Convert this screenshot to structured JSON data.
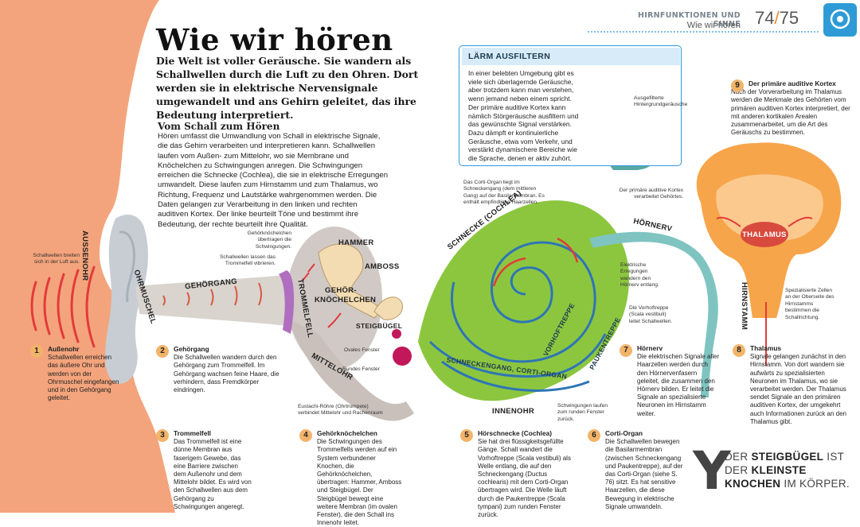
{
  "header": {
    "section": "HIRNFUNKTIONEN UND SINNE",
    "subtitle": "Wie wir hören",
    "page_left": "74",
    "page_sep": "/",
    "page_right": "75",
    "icon": "brain-head-icon"
  },
  "title": "Wie wir hören",
  "intro": "Die Welt ist voller Geräusche. Sie wandern als Schallwellen durch die Luft zu den Ohren. Dort werden sie in elektrische Nervensignale umgewandelt und ans Gehirn geleitet, das ihre Bedeutung interpretiert.",
  "section": {
    "heading": "Vom Schall zum Hören",
    "text": "Hören umfasst die Umwandlung von Schall in elektrische Signale, die das Gehirn verarbeiten und interpretieren kann. Schallwellen laufen vom Außen- zum Mittelohr, wo sie Membrane und Knöchelchen zu Schwingungen anregen. Die Schwingungen erreichen die Schnecke (Cochlea), die sie in elektrische Erregungen umwandelt. Diese laufen zum Hirnstamm und zum Thalamus, wo Richtung, Frequenz und Lautstärke wahrgenommen werden. Die Daten gelangen zur Verarbeitung in den linken und rechten auditiven Kortex. Der linke beurteilt Töne und bestimmt ihre Bedeutung, der rechte beurteilt ihre Qualität."
  },
  "box": {
    "title": "LÄRM AUSFILTERN",
    "text": "In einer belebten Umgebung gibt es viele sich überlagernde Geräusche, aber trotzdem kann man verstehen, wenn jemand neben einem spricht. Der primäre auditive Kortex kann nämlich Störgeräusche ausfiltern und das gewünschte Signal verstärken. Dazu dämpft er kontinuierliche Geräusche, etwa vom Verkehr, und verstärkt dynamischere Bereiche wie die Sprache, denen er aktiv zuhört.",
    "caption": "Ausgefilterte Hintergrundgeräusche"
  },
  "diagram_labels": {
    "aussenohr": "AUSSENOHR",
    "ohrmuschel": "OHRMUSCHEL",
    "gehoergang": "GEHÖRGANG",
    "trommelfell": "TROMMELFELL",
    "mittelohr": "MITTELOHR",
    "hammer": "HAMMER",
    "amboss": "AMBOSS",
    "gehoerknoechelchen_1": "GEHÖR-",
    "gehoerknoechelchen_2": "KNÖCHELCHEN",
    "steigbuegel": "STEIGBÜGEL",
    "schnecke": "SCHNECKE (COCHLEA)",
    "hoernerv": "HÖRNERV",
    "hirnstamm": "HIRNSTAMM",
    "thalamus": "THALAMUS",
    "vorhoftreppe": "VORHOFTREPPE",
    "paukentreppe": "PAUKENTREPPE",
    "schneckengang": "SCHNECKENGANG, CORTI-ORGAN",
    "innenohr": "INNENOHR"
  },
  "annotations": {
    "schallwellen_breiten": "Schallwellen breiten sich in der Luft aus.",
    "knoechelchen_uebertragen": "Gehörknöchelchen übertragen die Schwingungen.",
    "trommelfell_vibrieren": "Schallwellen lassen das Trommelfell vibrieren.",
    "ovales_fenster": "Ovales Fenster",
    "rundes_fenster": "Rundes Fenster",
    "eustachi": "Eustachi-Röhre (Ohrtrompete) verbindet Mittelohr und Rachenraum",
    "corti_organ": "Das Corti-Organ liegt im Schneckengang (dem mittleren Gang) auf der Basilarmembran. Es enthält empfindliche Haarzellen.",
    "elektrische_erregungen": "Elektrische Erregungen wandern den Hörnerv entlang.",
    "vorhoftreppe_leitet": "Die Vorhoftreppe (Scala vestibuli) leitet Schallwellen.",
    "schwingungen_runden": "Schwingungen laufen zum runden Fenster zurück.",
    "kortex_verarbeitet": "Der primäre auditive Kortex verarbeitet Gehörtes.",
    "spezialisierte_zellen": "Spezialisierte Zellen an der Oberseite des Hirnstamms bestimmen die Schallrichtung."
  },
  "steps": [
    {
      "num": "1",
      "title": "Außenohr",
      "text": "Schallwellen erreichen das äußere Ohr und werden von der Ohrmuschel eingefangen und in den Gehörgang geleitet."
    },
    {
      "num": "2",
      "title": "Gehörgang",
      "text": "Die Schallwellen wandern durch den Gehörgang zum Trommelfell. Im Gehörgang wachsen feine Haare, die verhindern, dass Fremdkörper eindringen."
    },
    {
      "num": "3",
      "title": "Trommelfell",
      "text": "Das Trommelfell ist eine dünne Membran aus faserigem Gewebe, das eine Barriere zwischen dem Außenohr und dem Mittelohr bildet. Es wird von den Schallwellen aus dem Gehörgang zu Schwingungen angeregt."
    },
    {
      "num": "4",
      "title": "Gehörknöchelchen",
      "text": "Die Schwingungen des Trommelfells werden auf ein System verbundener Knochen, die Gehörknöchelchen, übertragen: Hammer, Amboss und Steigbügel. Der Steigbügel bewegt eine weitere Membran (im ovalen Fenster), die den Schall ins Innenohr leitet."
    },
    {
      "num": "5",
      "title": "Hörschnecke (Cochlea)",
      "text": "Sie hat drei flüssigkeitsgefüllte Gänge. Schall wandert die Vorhoftreppe (Scala vestibuli) als Welle entlang, die auf den Schneckengang (Ductus cochlearis) mit dem Corti-Organ übertragen wird. Die Welle läuft durch die Paukentreppe (Scala tympani) zum runden Fenster zurück."
    },
    {
      "num": "6",
      "title": "Corti-Organ",
      "text": "Die Schallwellen bewegen die Basilarmembran (zwischen Schneckengang und Paukentreppe), auf der das Corti-Organ (siehe S. 76) sitzt. Es hat sensitive Haarzellen, die diese Bewegung in elektrische Signale umwandeln."
    },
    {
      "num": "7",
      "title": "Hörnerv",
      "text": "Die elektrischen Signale aller Haarzellen werden durch den Hörnervenfasern geleitet, die zusammen den Hörnerv bilden. Er leitet die Signale an spezialisierte Neuronen im Hirnstamm weiter."
    },
    {
      "num": "8",
      "title": "Thalamus",
      "text": "Signale gelangen zunächst in den Hirnstamm. Von dort wandern sie aufwärts zu spezialisierten Neuronen im Thalamus, wo sie verarbeitet werden. Der Thalamus sendet Signale an den primären auditiven Kortex, der umgekehrt auch Informationen zurück an den Thalamus gibt."
    },
    {
      "num": "9",
      "title": "Der primäre auditive Kortex",
      "text": "Nach der Vorverarbeitung im Thalamus werden die Merkmale des Gehörten vom primären auditiven Kortex interpretiert, der mit anderen kortikalen Arealen zusammenarbeitet, um die Art des Geräuschs zu bestimmen."
    }
  ],
  "fact": {
    "letter": "Y",
    "p1": "DER ",
    "b1": "STEIGBÜGEL",
    "p2": " IST DER ",
    "b2": "KLEINSTE KNOCHEN",
    "p3": " IM KÖRPER."
  },
  "colors": {
    "skin": "#f4a47c",
    "cochlea_green": "#8cc63f",
    "spiral_blue": "#2e75b6",
    "nerve_teal": "#7fc4c0",
    "brain_orange": "#f7a54a",
    "accent_blue": "#2e9bd6"
  }
}
